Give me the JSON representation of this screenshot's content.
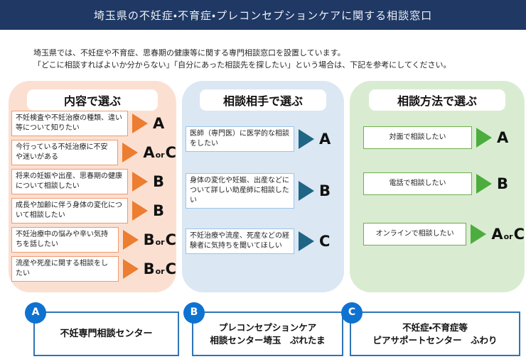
{
  "header": {
    "title": "埼玉県の不妊症・不育症・プレコンセプションケアに関する相談窓口"
  },
  "intro": {
    "line1": "埼玉県では、不妊症や不育症、思春期の健康等に関する専門相談窓口を設置しています。",
    "line2": "「どこに相談すればよいか分からない」「自分にあった相談先を探したい」という場合は、下記を参考にしてください。"
  },
  "panels": [
    {
      "title": "内容で選ぶ",
      "items": [
        {
          "text": "不妊検査や不妊治療の種類、違い等について知りたい",
          "result": "A"
        },
        {
          "text": "今行っている不妊治療に不安や迷いがある",
          "result": "A",
          "or": "or",
          "result2": "C"
        },
        {
          "text": "将来の妊娠や出産、思春期の健康について相談したい",
          "result": "B"
        },
        {
          "text": "成長や加齢に伴う身体の変化について相談したい",
          "result": "B"
        },
        {
          "text": "不妊治療中の悩みや辛い気持ちを話したい",
          "result": "B",
          "or": "or",
          "result2": "C"
        },
        {
          "text": "流産や死産に関する相談をしたい",
          "result": "B",
          "or": "or",
          "result2": "C"
        }
      ]
    },
    {
      "title": "相談相手で選ぶ",
      "items": [
        {
          "text": "医師（専門医）に医学的な相談をしたい",
          "result": "A"
        },
        {
          "text": "身体の変化や妊娠、出産などについて詳しい助産師に相談したい",
          "result": "B"
        },
        {
          "text": "不妊治療や流産、死産などの経験者に気持ちを聞いてほしい",
          "result": "C"
        }
      ]
    },
    {
      "title": "相談方法で選ぶ",
      "items": [
        {
          "text": "対面で相談したい",
          "result": "A"
        },
        {
          "text": "電話で相談したい",
          "result": "B"
        },
        {
          "text": "オンラインで相談したい",
          "result": "A",
          "or": "or",
          "result2": "C"
        }
      ]
    }
  ],
  "centers": [
    {
      "letter": "A",
      "line1": "不妊専門相談センター",
      "line2": ""
    },
    {
      "letter": "B",
      "line1": "プレコンセプションケア",
      "line2": "相談センター埼玉　ぷれたま"
    },
    {
      "letter": "C",
      "line1": "不妊症・不育症等",
      "line2": "ピアサポートセンター　ふわり"
    }
  ],
  "colors": {
    "header_bg": "#1f3864",
    "panel_content_bg": "#fbe0d2",
    "panel_partner_bg": "#dbe7f3",
    "panel_method_bg": "#d9ecd1",
    "arrow_orange": "#ed7d31",
    "arrow_blue": "#1f6585",
    "arrow_green": "#4cad3f",
    "center_border": "#2e75b6",
    "badge_blue": "#0e72d1"
  }
}
